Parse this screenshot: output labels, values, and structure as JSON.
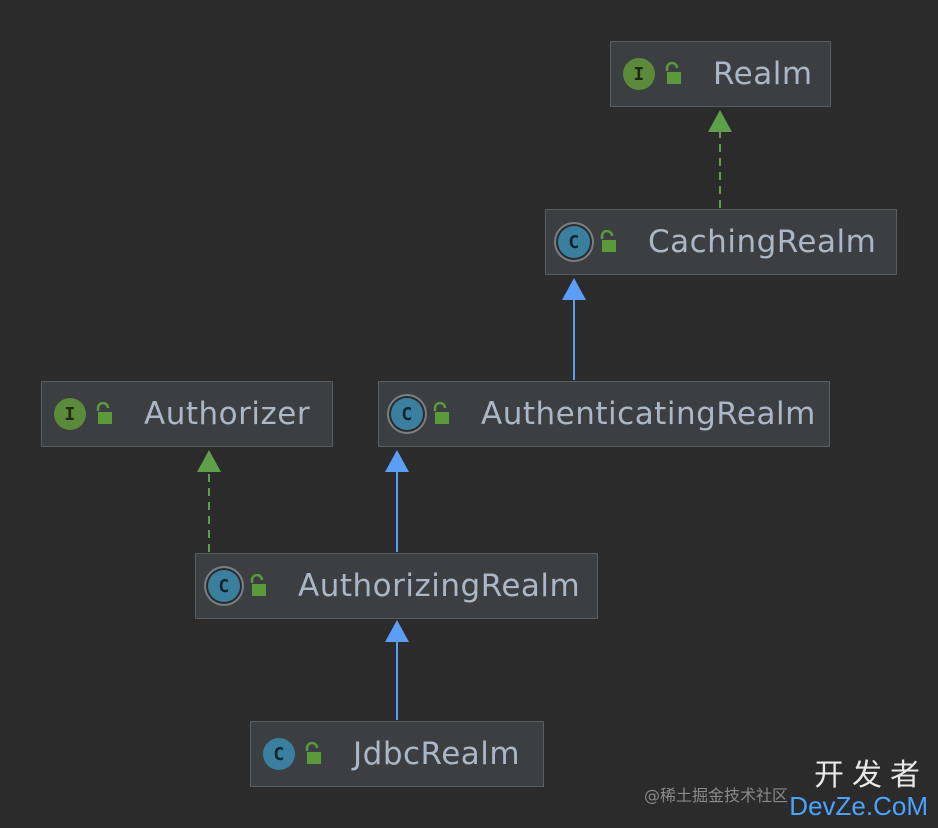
{
  "diagram": {
    "nodes": [
      {
        "id": "realm",
        "label": "Realm",
        "kind": "interface",
        "kind_letter": "I"
      },
      {
        "id": "caching",
        "label": "CachingRealm",
        "kind": "abstract",
        "kind_letter": "C"
      },
      {
        "id": "authorizer",
        "label": "Authorizer",
        "kind": "interface",
        "kind_letter": "I"
      },
      {
        "id": "authenticating",
        "label": "AuthenticatingRealm",
        "kind": "abstract",
        "kind_letter": "C"
      },
      {
        "id": "authorizing",
        "label": "AuthorizingRealm",
        "kind": "abstract",
        "kind_letter": "C"
      },
      {
        "id": "jdbc",
        "label": "JdbcRealm",
        "kind": "class",
        "kind_letter": "C"
      }
    ],
    "edges": [
      {
        "from": "caching",
        "to": "realm",
        "type": "implements"
      },
      {
        "from": "authenticating",
        "to": "caching",
        "type": "extends"
      },
      {
        "from": "authorizing",
        "to": "authorizer",
        "type": "implements"
      },
      {
        "from": "authorizing",
        "to": "authenticating",
        "type": "extends"
      },
      {
        "from": "jdbc",
        "to": "authorizing",
        "type": "extends"
      }
    ],
    "colors": {
      "background": "#2b2b2b",
      "node_fill": "#3c3f41",
      "node_border": "#5a5d5f",
      "label": "#a9b7c6",
      "interface_icon": "#5a8a3a",
      "class_icon": "#3b7f9f",
      "lock": "#5a9a3a",
      "implements_edge": "#5f9e4a",
      "extends_edge": "#5c9df5"
    }
  },
  "watermark": {
    "cn": "开发者",
    "en": "DevZe.CoM",
    "small": "@稀土掘金技术社区"
  }
}
